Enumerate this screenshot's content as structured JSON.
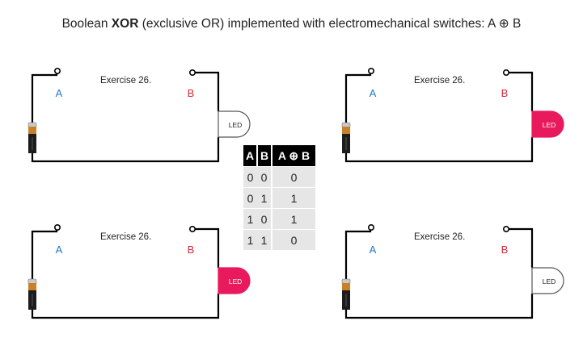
{
  "title": {
    "prefix": "Boolean ",
    "bold": "XOR",
    "suffix": " (exclusive OR) implemented with electromechanical switches: A ⊕ B"
  },
  "colors": {
    "switch_a_label": "#1f77c8",
    "switch_b_label": "#d9263b",
    "led_on": "#e8195c",
    "led_off": "#ffffff",
    "table_header_bg": "#000000",
    "table_cell_bg": "#e6e6e6"
  },
  "circuits": [
    {
      "exercise": "Exercise 26.",
      "label_a": "A",
      "label_b": "B",
      "led_label": "LED",
      "led_on": false
    },
    {
      "exercise": "Exercise 26.",
      "label_a": "A",
      "label_b": "B",
      "led_label": "LED",
      "led_on": true
    },
    {
      "exercise": "Exercise 26.",
      "label_a": "A",
      "label_b": "B",
      "led_label": "LED",
      "led_on": true
    },
    {
      "exercise": "Exercise 26.",
      "label_a": "A",
      "label_b": "B",
      "led_label": "LED",
      "led_on": false
    }
  ],
  "truth_table": {
    "headers": [
      "A",
      "B",
      "A ⊕ B"
    ],
    "rows": [
      [
        "0",
        "0",
        "0"
      ],
      [
        "0",
        "1",
        "1"
      ],
      [
        "1",
        "0",
        "1"
      ],
      [
        "1",
        "1",
        "0"
      ]
    ]
  }
}
